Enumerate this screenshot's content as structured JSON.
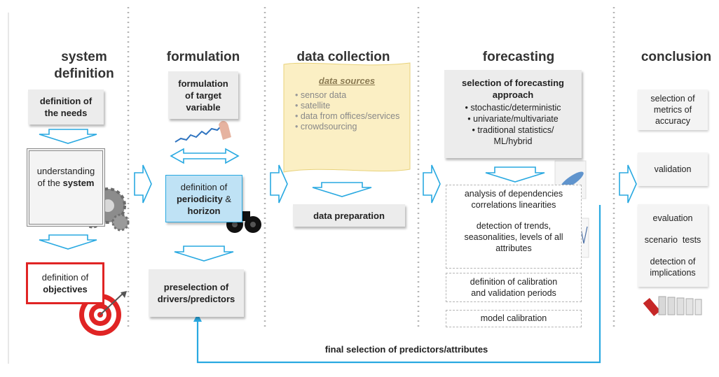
{
  "columns": {
    "system_definition": {
      "title_line1": "system",
      "title_line2": "definition",
      "box_needs": [
        "definition of",
        "the needs"
      ],
      "box_understanding_prefix": "understanding",
      "box_understanding_mid": "of the",
      "box_understanding_bold": "system",
      "box_objectives_line1": "definition of",
      "box_objectives_line2": "objectives"
    },
    "formulation": {
      "title": "formulation",
      "box_target": [
        "formulation",
        "of target",
        "variable"
      ],
      "box_periodicity_line1": "definition of",
      "box_periodicity_bold1": "periodicity",
      "box_periodicity_amp": " &",
      "box_periodicity_bold2": "horizon",
      "box_preselection": [
        "preselection of",
        "drivers/predictors"
      ]
    },
    "data_collection": {
      "title": "data collection",
      "sources_title": "data sources",
      "sources": [
        "sensor data",
        "satellite",
        "data from offices/services",
        "crowdsourcing"
      ],
      "box_preparation": "data preparation"
    },
    "forecasting": {
      "title": "forecasting",
      "approach_title_line1": "selection of forecasting",
      "approach_title_line2": "approach",
      "approach_items": [
        "• stochastic/deterministic",
        "• univariate/multivariate",
        "• traditional statistics/",
        "ML/hybrid"
      ],
      "analysis_line1": "analysis of dependencies",
      "analysis_line2": "correlations linearities",
      "trends_line1": "detection of trends,",
      "trends_line2": "seasonalities, levels of all",
      "trends_line3": "attributes",
      "calibration_line1": "definition of calibration",
      "calibration_line2": "and validation periods",
      "model_calibration": "model calibration"
    },
    "conclusion": {
      "title": "conclusion",
      "metrics": [
        "selection of",
        "metrics of",
        "accuracy"
      ],
      "validation": "validation",
      "evaluation": "evaluation",
      "scenario": "scenario  tests",
      "implications": [
        "detection of",
        "implications"
      ]
    }
  },
  "feedback_label": "final selection of predictors/attributes",
  "colors": {
    "arrow_outline": "#29a9e1",
    "highlight_box": "#bfe2f5",
    "highlight_border": "#29a9e1",
    "objectives_border": "#e02424",
    "sources_fill": "#fbefc4"
  }
}
